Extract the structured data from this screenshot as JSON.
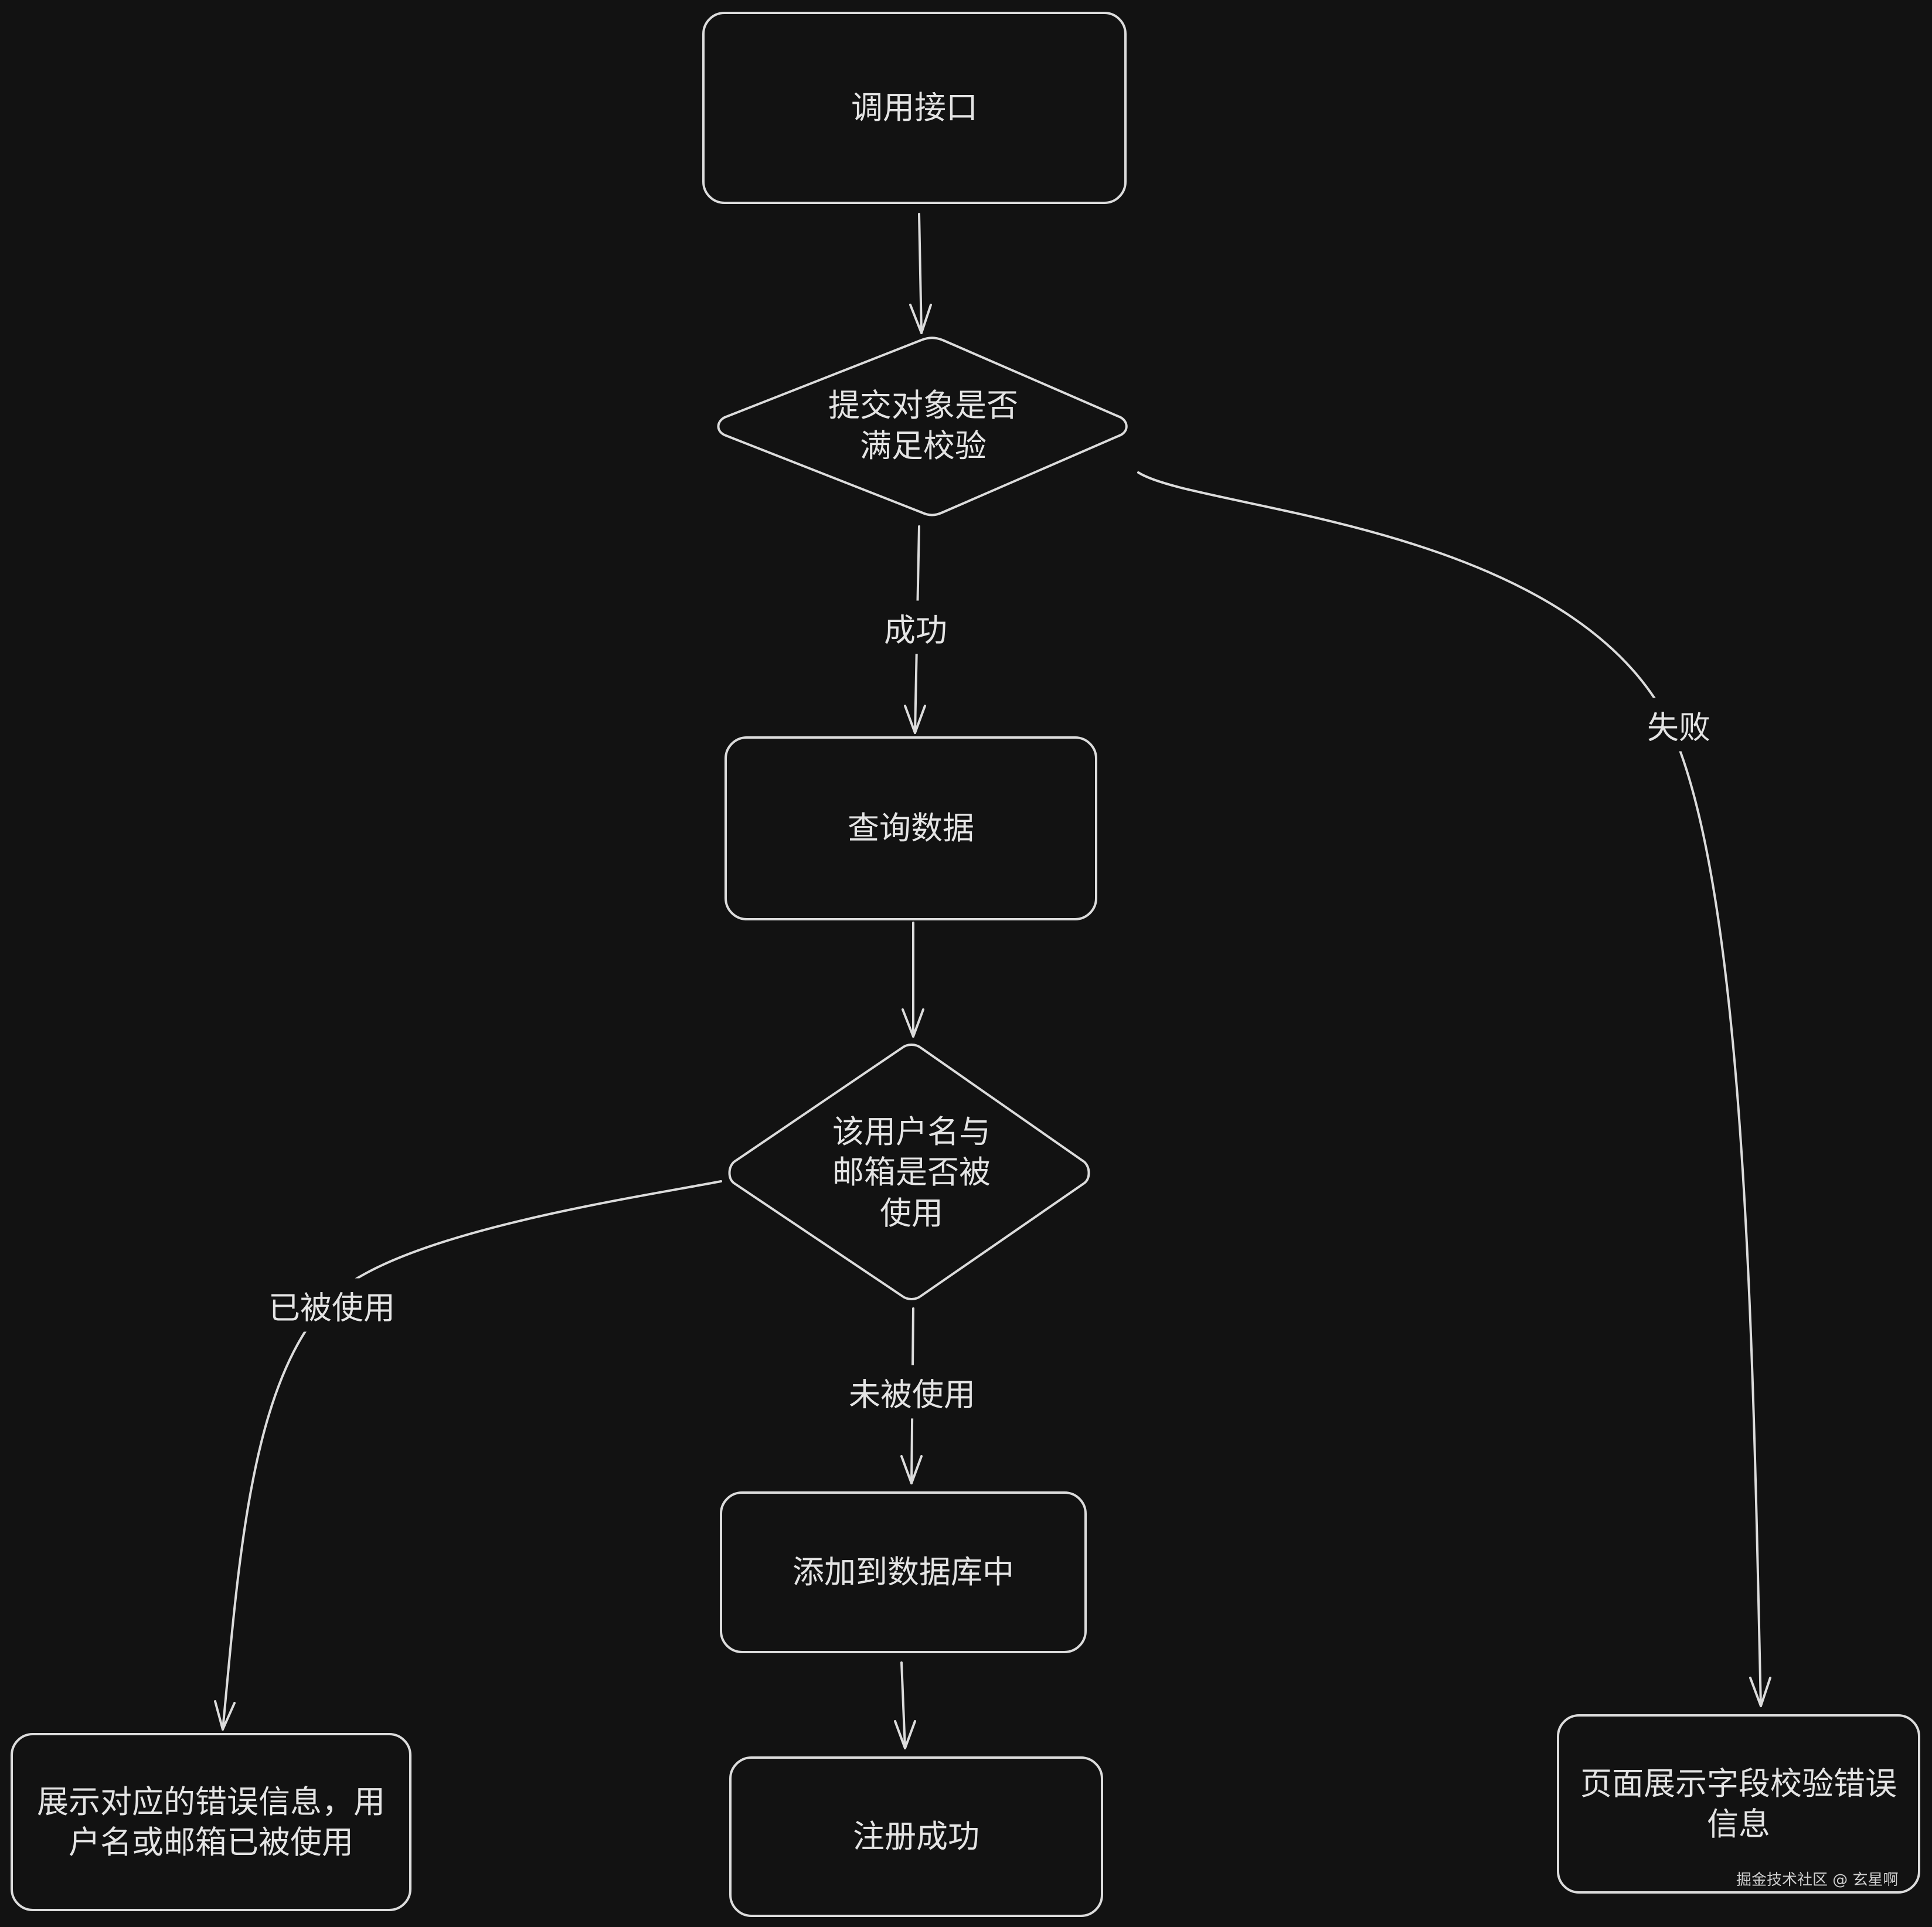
{
  "nodes": {
    "call_api": "调用接口",
    "check_submit": "提交对象是否\n满足校验",
    "query_data": "查询数据",
    "check_used": "该用户名与\n邮箱是否被\n使用",
    "add_db": "添加到数据库中",
    "register_ok": "注册成功",
    "show_used_error": "展示对应的错误信息，用\n户名或邮箱已被使用",
    "show_field_error": "页面展示字段校验错误\n信息"
  },
  "edges": {
    "success": "成功",
    "fail": "失败",
    "used": "已被使用",
    "not_used": "未被使用"
  },
  "watermark": "掘金技术社区 @ 玄星啊",
  "colors": {
    "background": "#121212",
    "stroke": "#dcdcdc",
    "text": "#e4e4e4"
  }
}
